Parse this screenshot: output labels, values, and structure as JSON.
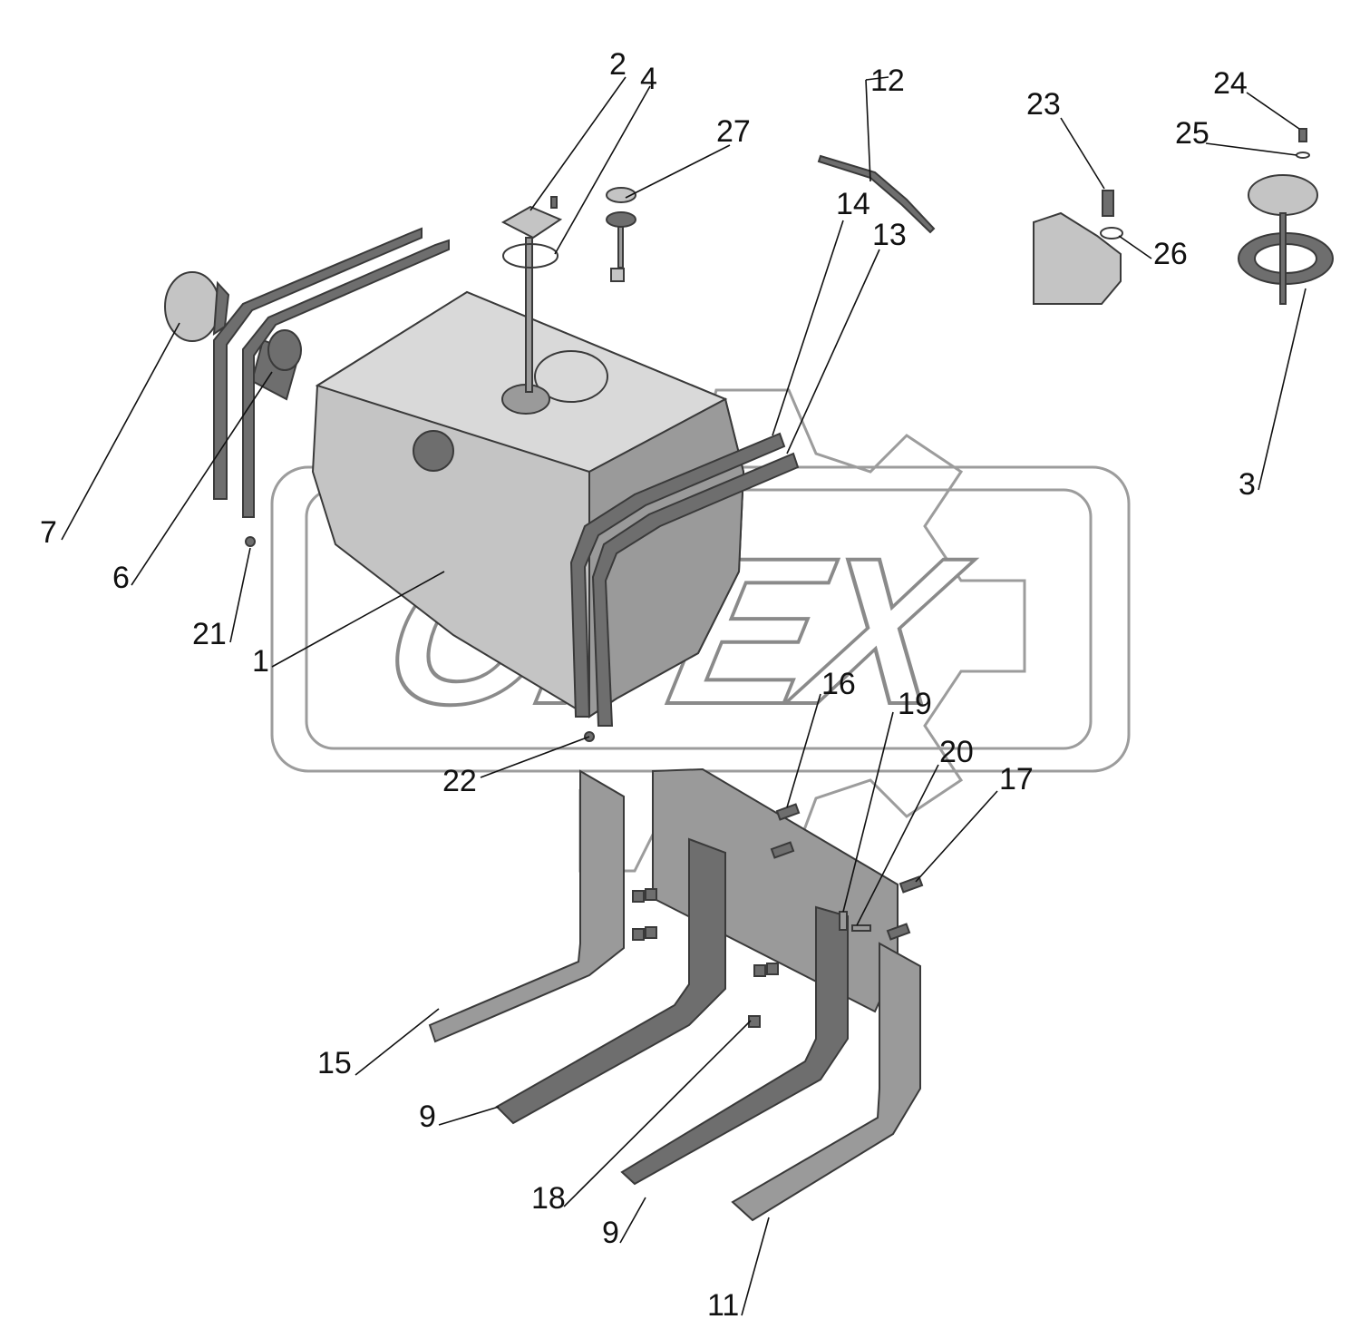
{
  "watermark": {
    "text": "OPEX"
  },
  "callouts": [
    {
      "id": "c1",
      "label": "1"
    },
    {
      "id": "c2",
      "label": "2"
    },
    {
      "id": "c3",
      "label": "3"
    },
    {
      "id": "c4",
      "label": "4"
    },
    {
      "id": "c6",
      "label": "6"
    },
    {
      "id": "c7",
      "label": "7"
    },
    {
      "id": "c9a",
      "label": "9"
    },
    {
      "id": "c9b",
      "label": "9"
    },
    {
      "id": "c11",
      "label": "11"
    },
    {
      "id": "c12",
      "label": "12"
    },
    {
      "id": "c13",
      "label": "13"
    },
    {
      "id": "c14",
      "label": "14"
    },
    {
      "id": "c15",
      "label": "15"
    },
    {
      "id": "c16",
      "label": "16"
    },
    {
      "id": "c17",
      "label": "17"
    },
    {
      "id": "c18",
      "label": "18"
    },
    {
      "id": "c19",
      "label": "19"
    },
    {
      "id": "c20",
      "label": "20"
    },
    {
      "id": "c21",
      "label": "21"
    },
    {
      "id": "c22",
      "label": "22"
    },
    {
      "id": "c23",
      "label": "23"
    },
    {
      "id": "c24",
      "label": "24"
    },
    {
      "id": "c25",
      "label": "25"
    },
    {
      "id": "c26",
      "label": "26"
    },
    {
      "id": "c27",
      "label": "27"
    }
  ]
}
